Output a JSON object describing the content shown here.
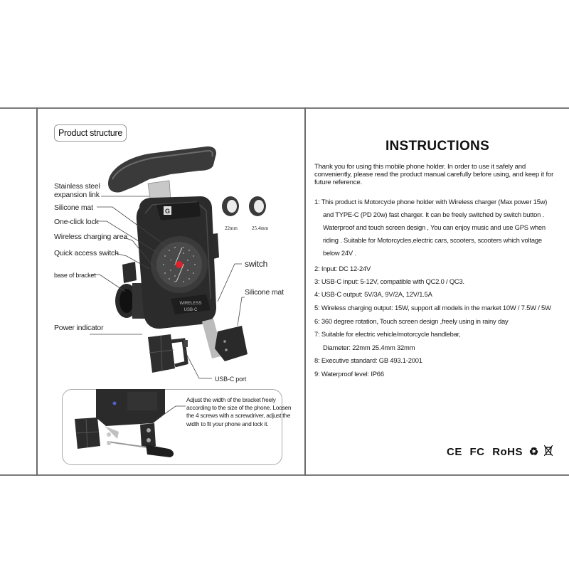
{
  "left_panel": {
    "section_title": "Product structure",
    "labels": {
      "stainless_steel": "Stainless steel",
      "expansion_link": "expansion link",
      "silicone_mat_left": "Silicone mat",
      "one_click_lock": "One-click lock",
      "wireless_charging_area": "Wireless charging area",
      "quick_access_switch": "Quick access switch",
      "base_of_bracket": "base of bracket",
      "power_indicator": "Power indicator",
      "switch": "switch",
      "silicone_mat_right": "Silicone mat",
      "usb_c_port": "USB-C port"
    },
    "adapter_sizes": [
      "22mm",
      "25.4mm"
    ],
    "device_text": {
      "logo": "G",
      "badge_line1": "WIRELESS",
      "badge_line2": "USB-C"
    },
    "adjust_note": "Adjust the width of the bracket freely according to the size of the phone.  Loosen the 4 screws with a screwdriver, adjust the width to fit your phone and lock it."
  },
  "right_panel": {
    "title": "INSTRUCTIONS",
    "intro": "Thank you for using this mobile phone holder. In order to use it safely and conveniently, please read the product manual carefully before using, and keep it for future reference.",
    "items": [
      {
        "lines": [
          "1: This product is Motorcycle phone holder with Wireless charger (Max power 15w)",
          "and TYPE-C (PD 20w) fast charger.  It can be freely switched by switch button .",
          "Waterproof and touch screen design , You can enjoy music and use GPS when",
          "riding . Suitable for Motorcycles,electric cars, scooters, scooters which voltage",
          " below 24V ."
        ]
      },
      {
        "lines": [
          "2: Input: DC 12-24V"
        ]
      },
      {
        "lines": [
          "3: USB-C input: 5-12V, compatible with QC2.0 / QC3."
        ]
      },
      {
        "lines": [
          "4: USB-C output: 5V/3A, 9V/2A, 12V/1.5A"
        ]
      },
      {
        "lines": [
          "5: Wireless charging output: 15W, support all models in the market 10W / 7.5W / 5W"
        ]
      },
      {
        "lines": [
          "6:  360 degree rotation, Touch screen design ,freely using in rainy day"
        ]
      },
      {
        "lines": [
          "7: Suitable for electric vehicle/motorcycle handlebar,",
          "Diameter: 22mm 25.4mm 32mm"
        ]
      },
      {
        "lines": [
          "8: Executive standard: GB 493.1-2001"
        ]
      },
      {
        "lines": [
          "9: Waterproof level: IP66"
        ]
      }
    ],
    "certifications": {
      "ce": "CE",
      "fc": "FC",
      "rohs": "RoHS",
      "recycle_icon": "♻",
      "weee_icon": "weee-bin"
    }
  }
}
